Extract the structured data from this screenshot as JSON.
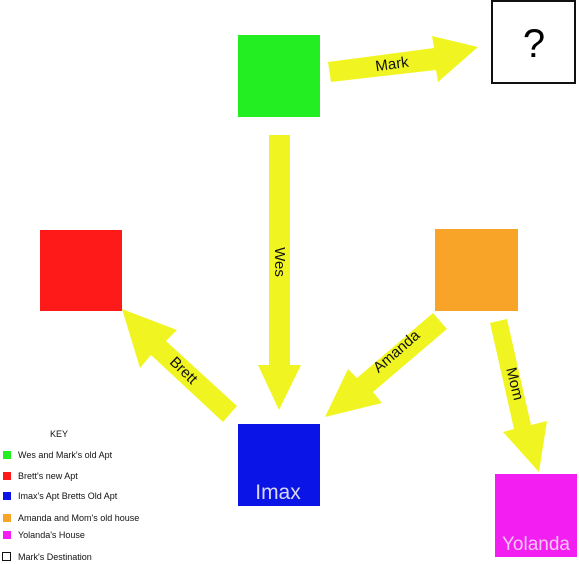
{
  "nodes": {
    "wes_mark_old_apt": {
      "color": "#22ee22",
      "label": ""
    },
    "brett_new_apt": {
      "color": "#ff1a1a",
      "label": ""
    },
    "imax_apt": {
      "color": "#0a14e6",
      "label": "Imax"
    },
    "amanda_mom_old_house": {
      "color": "#f8a428",
      "label": ""
    },
    "yolanda_house": {
      "color": "#f21ef2",
      "label": "Yolanda"
    },
    "mark_destination": {
      "color": "#ffffff",
      "label": "?"
    }
  },
  "arrow_color": "#f0f522",
  "arrows": {
    "mark": "Mark",
    "wes": "Wes",
    "brett": "Brett",
    "amanda": "Amanda",
    "mom": "Mom"
  },
  "key": {
    "title": "KEY",
    "items": [
      {
        "color": "#22ee22",
        "label": "Wes and Mark's old Apt"
      },
      {
        "color": "#ff1a1a",
        "label": "Brett's new Apt"
      },
      {
        "color": "#0a14e6",
        "label": "Imax's Apt Bretts Old Apt"
      },
      {
        "color": "#f8a428",
        "label": "Amanda and Mom's old house"
      },
      {
        "color": "#f21ef2",
        "label": "Yolanda's House"
      },
      {
        "color": "#ffffff",
        "label": "Mark's Destination"
      }
    ]
  }
}
